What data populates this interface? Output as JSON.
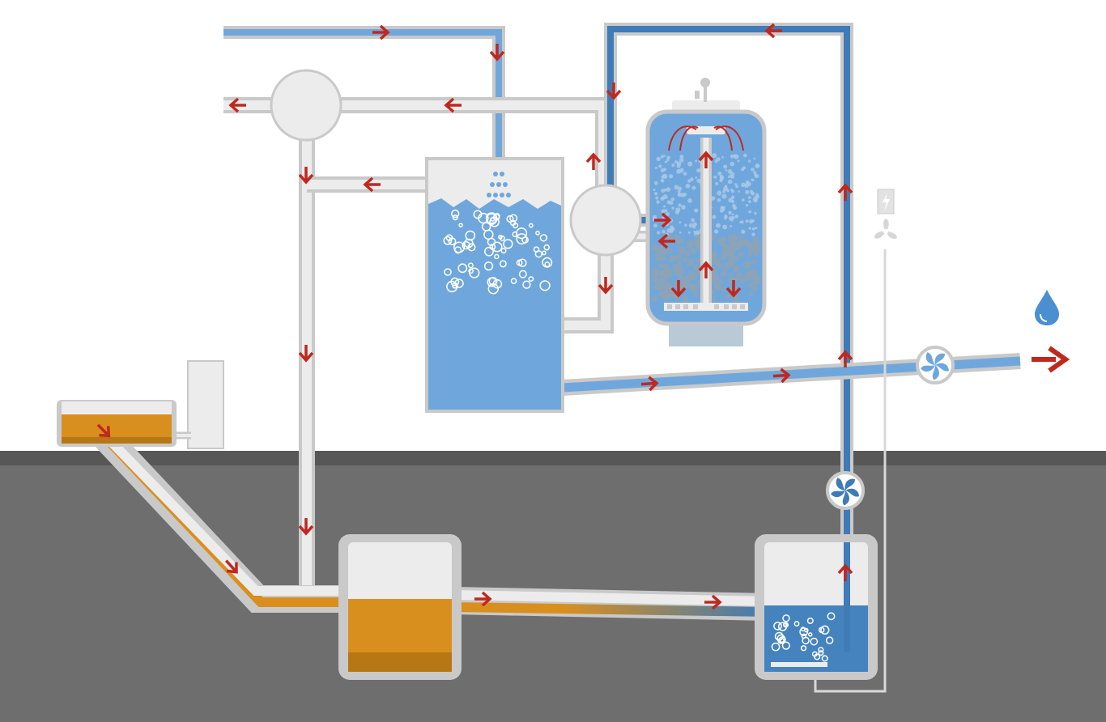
{
  "colors": {
    "background": "#ffffff",
    "ground": "#6e6e6e",
    "ground_edge": "#575757",
    "pipe_outer": "#c9c9c9",
    "pipe_fill": "#ececec",
    "water_light": "#6fa7dc",
    "water_dark": "#3f7bb6",
    "sludge": "#d98f1e",
    "sludge_dark": "#b77714",
    "arrow": "#c0281e",
    "bubble": "#ffffff"
  },
  "icons": {
    "droplet": "water-drop-icon",
    "outflow": "outflow-arrow-icon",
    "power": "lightning-icon",
    "blower": "fan-icon",
    "pump": "pump-icon",
    "valve": "valve-icon"
  },
  "components": {
    "aeration_tank": "water-tank",
    "pressure_filter": "filter-vessel",
    "inlet_trough": "sludge-trough",
    "underground_sump": "sludge-sump",
    "underground_basin": "aeration-basin"
  }
}
